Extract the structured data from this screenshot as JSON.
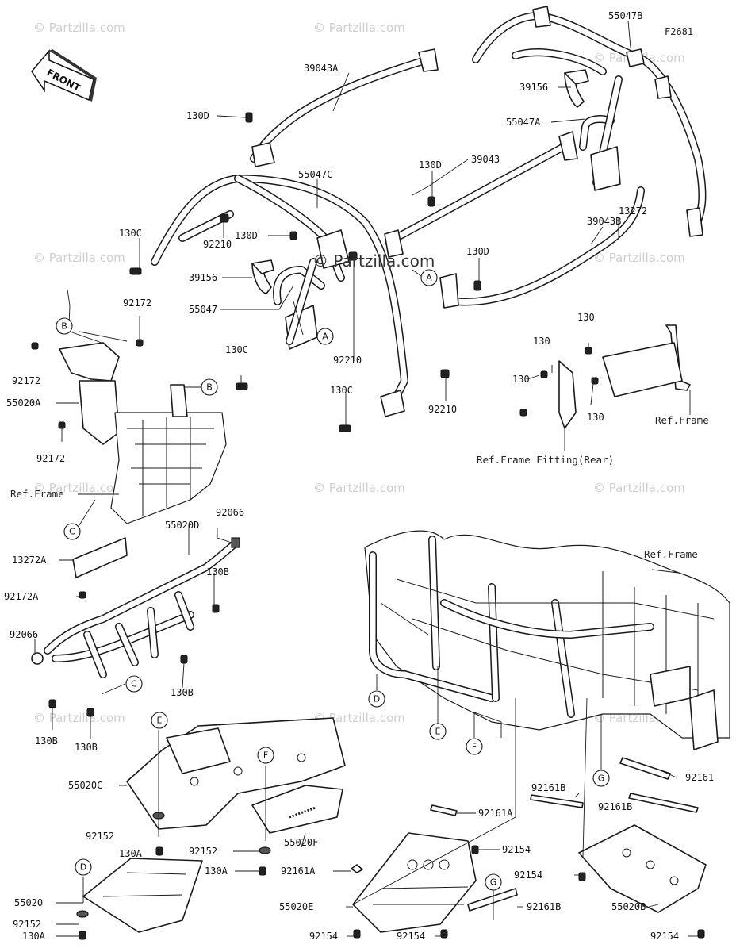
{
  "figure_code": "F2681",
  "front_label": "FRONT",
  "watermarks": [
    "© Partzilla.com"
  ],
  "center_watermark": "© Partzilla.com",
  "parts": {
    "p39043A": "39043A",
    "p55047B": "55047B",
    "p39156_top": "39156",
    "p55047A": "55047A",
    "p130D_1": "130D",
    "p39043": "39043",
    "p130D_2": "130D",
    "p55047C": "55047C",
    "p39043B": "39043B",
    "p130C_1": "130C",
    "p92210_1": "92210",
    "p130D_3": "130D",
    "p130D_4": "130D",
    "p39156_mid": "39156",
    "p55047": "55047",
    "p13272": "13272",
    "p130_1": "130",
    "p130_2": "130",
    "p130_3": "130",
    "p130_4": "130",
    "p92172_1": "92172",
    "p92172_2": "92172",
    "p130C_2": "130C",
    "p92210_2": "92210",
    "p130C_3": "130C",
    "p92210_3": "92210",
    "p55020A": "55020A",
    "p92172_3": "92172",
    "p92066_1": "92066",
    "p55020D": "55020D",
    "p13272A": "13272A",
    "p130B_1": "130B",
    "p92172A": "92172A",
    "p92066_2": "92066",
    "p130B_2": "130B",
    "p130B_3": "130B",
    "p130B_4": "130B",
    "p55020C": "55020C",
    "p92152_1": "92152",
    "p130A_1": "130A",
    "p92152_2": "92152",
    "p130A_2": "130A",
    "p55020F": "55020F",
    "p55020": "55020",
    "p92152_3": "92152",
    "p130A_3": "130A",
    "p92161": "92161",
    "p92161B_1": "92161B",
    "p92161B_2": "92161B",
    "p92161A_1": "92161A",
    "p92154_1": "92154",
    "p92154_2": "92154",
    "p92161A_2": "92161A",
    "p55020B": "55020B",
    "p55020E": "55020E",
    "p92161B_3": "92161B",
    "p92154_3": "92154",
    "p92154_4": "92154",
    "p92154_5": "92154"
  },
  "refs": {
    "ref_frame_1": "Ref.Frame",
    "ref_frame_2": "Ref.Frame",
    "ref_frame_3": "Ref.Frame",
    "ref_frame_fitting_rear": "Ref.Frame Fitting(Rear)"
  },
  "callouts": {
    "A1": "A",
    "A2": "A",
    "B1": "B",
    "B2": "B",
    "C1": "C",
    "C2": "C",
    "D1": "D",
    "D2": "D",
    "E1": "E",
    "E2": "E",
    "F1": "F",
    "F2": "F",
    "G1": "G",
    "G2": "G"
  }
}
